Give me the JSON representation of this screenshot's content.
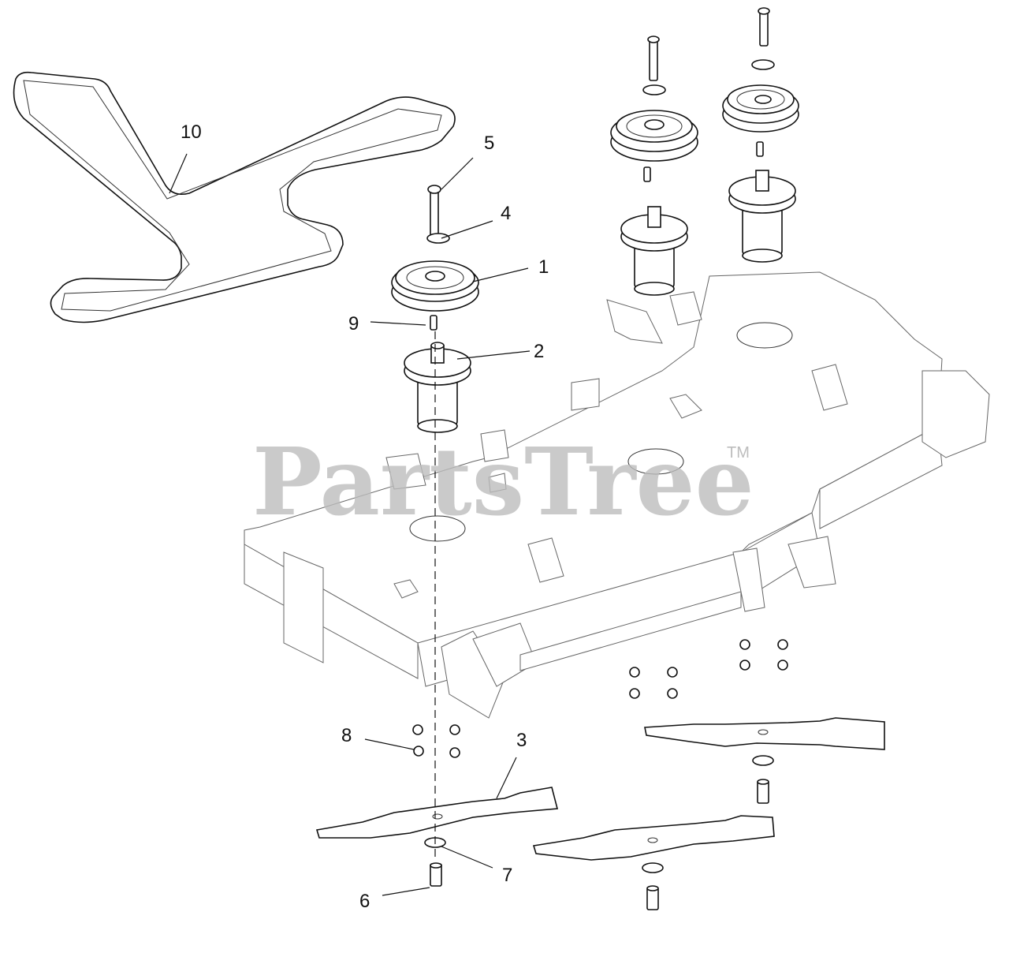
{
  "callouts": [
    {
      "id": "1",
      "label": "1"
    },
    {
      "id": "2",
      "label": "2"
    },
    {
      "id": "3",
      "label": "3"
    },
    {
      "id": "4",
      "label": "4"
    },
    {
      "id": "5",
      "label": "5"
    },
    {
      "id": "6",
      "label": "6"
    },
    {
      "id": "7",
      "label": "7"
    },
    {
      "id": "8",
      "label": "8"
    },
    {
      "id": "9",
      "label": "9"
    },
    {
      "id": "10",
      "label": "10"
    }
  ],
  "watermark": {
    "text": "PartsTree",
    "trademark": "TM"
  }
}
